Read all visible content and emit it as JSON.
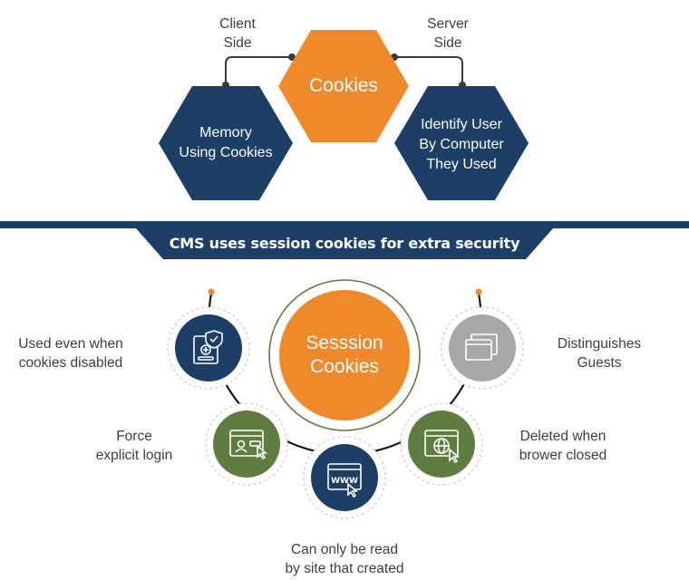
{
  "top": {
    "client_side": "Client\nSide",
    "server_side": "Server\nSide",
    "cookies": "Cookies",
    "memory": "Memory\nUsing Cookies",
    "identify": "Identify User\nBy Computer\nThey Used"
  },
  "banner": "CMS uses session cookies for extra security",
  "session": {
    "center": "Sesssion\nCookies",
    "features": [
      {
        "text": "Used even when\ncookies disabled",
        "icon": "shield-document-icon"
      },
      {
        "text": "Force\nexplicit login",
        "icon": "login-card-icon"
      },
      {
        "text": "Can only be read\nby site that created",
        "icon": "www-browser-icon"
      },
      {
        "text": "Deleted when\nbrower closed",
        "icon": "globe-browser-icon"
      },
      {
        "text": "Distinguishes\nGuests",
        "icon": "browser-windows-icon"
      }
    ]
  },
  "colors": {
    "navy": "#1d3f66",
    "orange": "#ef8a2c",
    "olive": "#5f7d3e",
    "gray": "#a7a7a7"
  }
}
